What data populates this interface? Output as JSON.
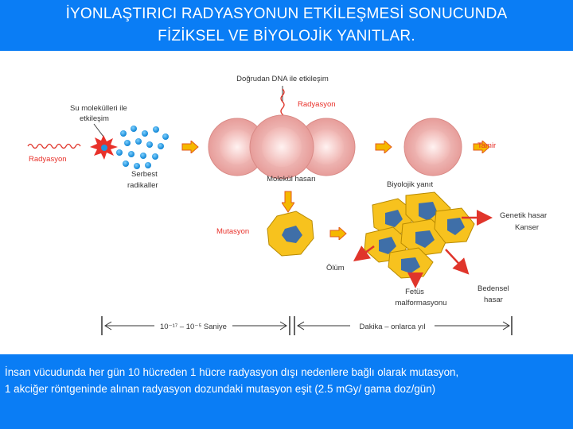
{
  "title": {
    "line1": "İYONLAŞTIRICI RADYASYONUN ETKİLEŞMESİ SONUCUNDA",
    "line2": "FİZİKSEL VE BİYOLOJİK YANITLAR."
  },
  "diagram": {
    "labels": {
      "direct_dna": "Doğrudan DNA ile etkileşim",
      "water_1": "Su molekülleri ile",
      "water_2": "etkileşim",
      "radiation_left": "Radyasyon",
      "radiation_top": "Radyasyon",
      "free_1": "Serbest",
      "free_2": "radikaller",
      "molecular_damage": "Molekül hasarı",
      "repair": "Tamir",
      "bio_response": "Biyolojik yanıt",
      "mutation": "Mutasyon",
      "genetic_1": "Genetik hasar",
      "genetic_2": "Kanser",
      "death": "Ölüm",
      "fetus_1": "Fetüs",
      "fetus_2": "malformasyonu",
      "somatic_1": "Bedensel",
      "somatic_2": "hasar",
      "time_left": "10⁻¹⁷ – 10⁻⁵ Saniye",
      "time_right": "Dakika – onlarca yıl"
    },
    "colors": {
      "label_red": "#e8312a",
      "arrow_orange": "#f5b800",
      "arrow_red": "#e0352b",
      "dot_blue": "#1f96e3",
      "cell_yellow": "#f7c21e",
      "cell_pink": "#f2b9b7"
    }
  },
  "caption": {
    "line1": "İnsan vücudunda her gün 10 hücreden 1 hücre radyasyon dışı nedenlere bağlı olarak  mutasyon,",
    "line2": "1 akciğer röntgeninde alınan radyasyon dozundaki mutasyon eşit (2.5 mGy/ gama doz/gün)"
  }
}
